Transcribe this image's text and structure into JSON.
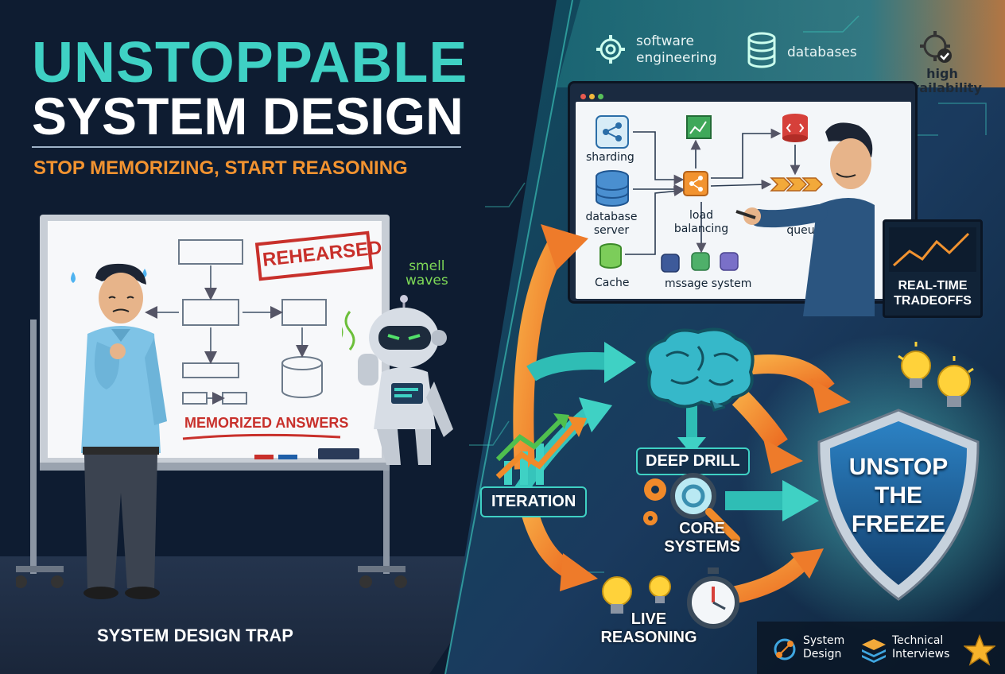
{
  "colors": {
    "teal": "#3fd1c4",
    "orange": "#f29330",
    "navy": "#0c1a2e",
    "red": "#c8302b",
    "shield": "#1f6fae"
  },
  "hero": {
    "title_line1": "UNSTOPPABLE",
    "title_line2": "SYSTEM DESIGN",
    "subtitle": "STOP MEMORIZING, START REASONING"
  },
  "left_panel": {
    "stamp": "REHEARSED",
    "memorized_label": "MEMORIZED ANSWERS",
    "smell_label": "smell\nwaves",
    "trap_caption": "SYSTEM DESIGN TRAP"
  },
  "topics": {
    "software_engineering": "software\nengineering",
    "databases": "databases",
    "high_availability": "high\navailability"
  },
  "diagram": {
    "sharding": "sharding",
    "database_server": "database\nserver",
    "cache": "Cache",
    "load_balancing": "load\nbalancing",
    "message_queues": "message\nqueues",
    "message_system": "mssage system"
  },
  "tradeoffs_label": "REAL-TIME\nTRADEOFFS",
  "flow": {
    "iteration": "ITERATION",
    "deep_drill": "DEEP DRILL",
    "core_systems": "CORE\nSYSTEMS",
    "live_reasoning": "LIVE\nREASONING"
  },
  "shield_text": "UNSTOP\nTHE\nFREEZE",
  "footer": {
    "system_design": "System\nDesign",
    "technical_interviews": "Technical\nInterviews"
  },
  "icons": [
    "gear-icon",
    "database-icon",
    "gear-check-icon",
    "share-node-icon",
    "chart-icon",
    "code-icon",
    "arrows-icon",
    "brain-icon",
    "magnifier-icon",
    "stopwatch-icon",
    "lightbulb-icon",
    "star-icon",
    "stack-icon"
  ]
}
